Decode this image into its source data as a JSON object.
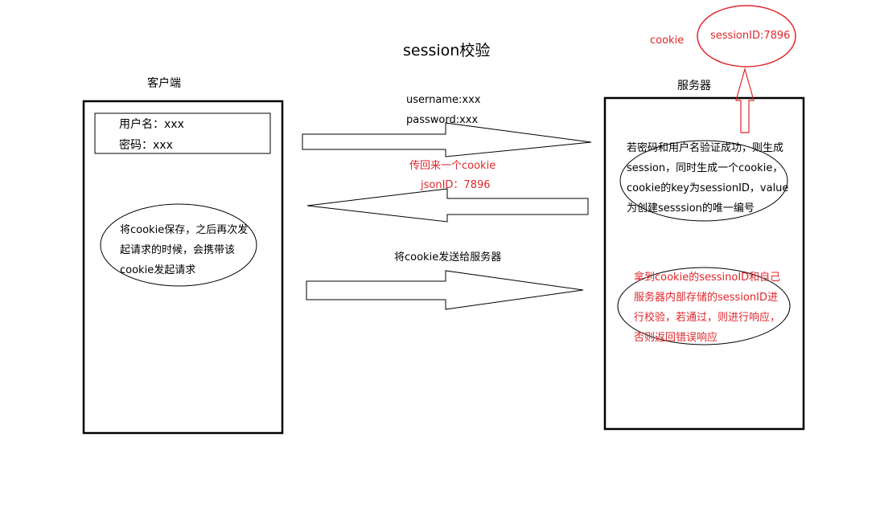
{
  "title": "session校验",
  "client": {
    "label": "客户端",
    "username_line": "用户名：xxx",
    "password_line": "密码：xxx",
    "note": "将cookie保存，之后再次发起请求的时候，会携带该cookie发起请求"
  },
  "server": {
    "label": "服务器",
    "note1": "若密码和用户名验证成功，则生成session，同时生成一个cookie，cookie的key为sessionID，value为创建sesssion的唯一编号",
    "note2": "拿到cookie的sessinoID和自己服务器内部存储的sessionID进行校验，若通过，则进行响应，否则返回错误响应"
  },
  "arrow1": {
    "line1": "username:xxx",
    "line2": "password:xxx"
  },
  "arrow2": {
    "line1": "传回来一个cookie",
    "line2": "jsonID：7896"
  },
  "arrow3": {
    "label": "将cookie发送给服务器"
  },
  "top_right": {
    "cookie_label": "cookie",
    "session_label": "sessionID:7896"
  },
  "colors": {
    "annotation_red": "#e0262b",
    "stroke": "#000000"
  }
}
